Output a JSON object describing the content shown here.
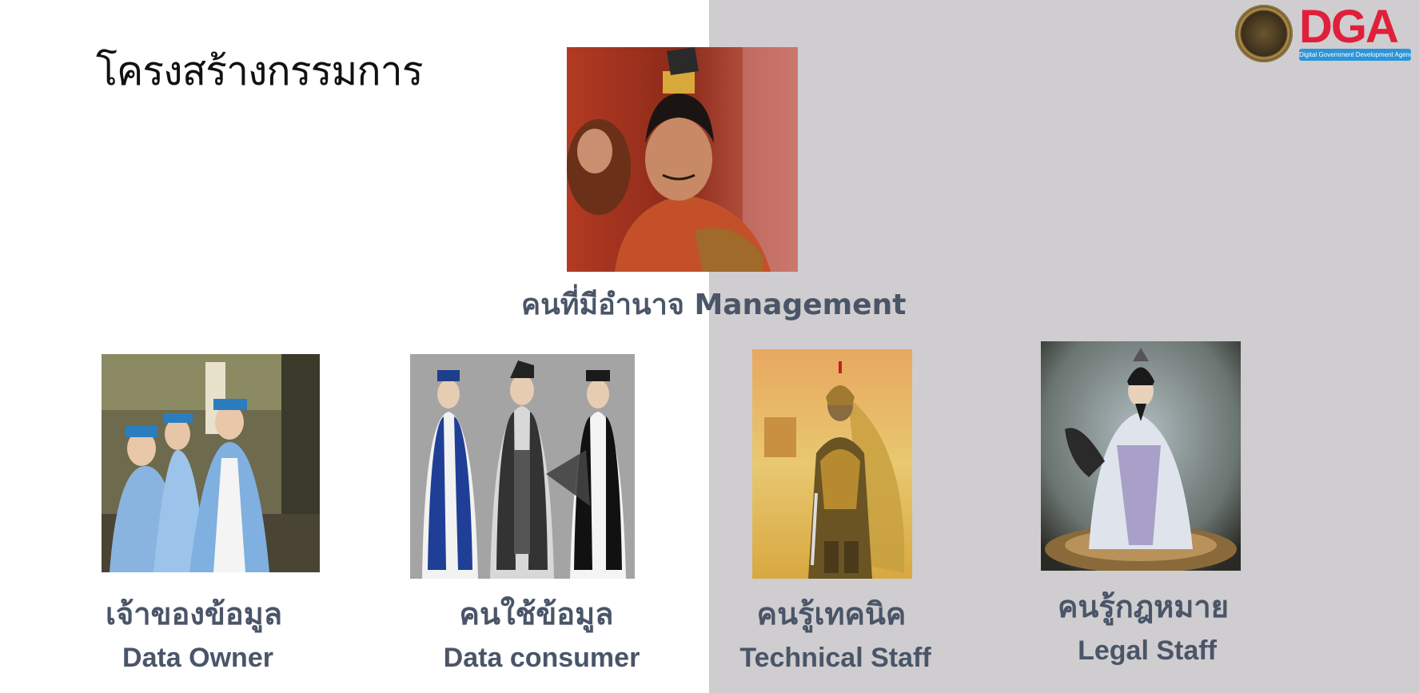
{
  "slide": {
    "title": "โครงสร้างกรรมการ"
  },
  "logo": {
    "name": "DGA",
    "subtitle": "Digital Government Development Agency"
  },
  "management": {
    "label": "คนที่มีอำนาจ Management"
  },
  "roles": [
    {
      "thai": "เจ้าของข้อมูล",
      "english": "Data Owner"
    },
    {
      "thai": "คนใช้ข้อมูล",
      "english": "Data consumer"
    },
    {
      "thai": "คนรู้เทคนิค",
      "english": "Technical Staff"
    },
    {
      "thai": "คนรู้กฎหมาย",
      "english": "Legal Staff"
    }
  ]
}
